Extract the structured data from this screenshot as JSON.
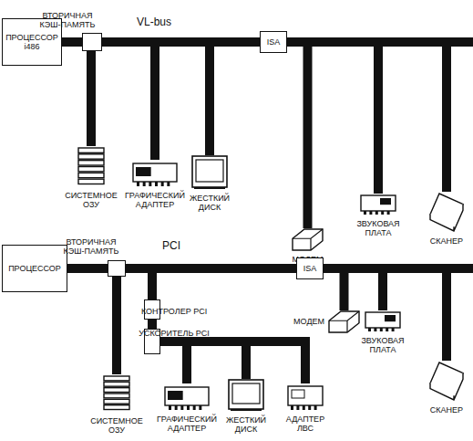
{
  "diagram": {
    "nodes": [
      {
        "text": [
          "ПРОЦЕССОР",
          "i486"
        ]
      },
      {
        "text": [
          "ВТОРИЧНАЯ КЭШ-ПАМЯТЬ"
        ]
      },
      {
        "text": [
          "СИСТЕМНОЕ ОЗУ"
        ]
      },
      {
        "text": [
          "ГРАФИЧЕСКИЙ АДАПТЕР"
        ]
      },
      {
        "text": [
          "ЖЕСТКИЙ ДИСК"
        ]
      },
      {
        "text": [
          "ISA"
        ]
      },
      {
        "text": [
          "МОДЕМ"
        ]
      },
      {
        "text": [
          "ЗВУКОВАЯ ПЛАТА"
        ]
      },
      {
        "text": [
          "СКАНЕР"
        ]
      },
      {
        "text": [
          "ПРОЦЕССОР"
        ]
      },
      {
        "text": [
          "ВТОРИЧНАЯ КЭШ-ПАМЯТЬ"
        ]
      },
      {
        "text": [
          "КОНТРОЛЕР PCI"
        ]
      },
      {
        "text": [
          "УСКОРИТЕЛЬ PCI"
        ]
      },
      {
        "text": [
          "ISA"
        ]
      },
      {
        "text": [
          "МОДЕМ"
        ]
      },
      {
        "text": [
          "ЗВУКОВАЯ ПЛАТА"
        ]
      },
      {
        "text": [
          "СИСТЕМНОЕ ОЗУ"
        ]
      },
      {
        "text": [
          "ГРАФИЧЕСКИЙ АДАПТЕР"
        ]
      },
      {
        "text": [
          "ЖЕСТКИЙ ДИСК"
        ]
      },
      {
        "text": [
          "АДАПТЕР ЛВС"
        ]
      },
      {
        "text": [
          "СКАНЕР"
        ]
      }
    ],
    "edges": [
      {
        "from": 0,
        "to": 1,
        "arrow": "none"
      },
      {
        "from": 1,
        "to": 2,
        "arrow": "none"
      },
      {
        "from": 1,
        "to": 3,
        "arrow": "none"
      },
      {
        "from": 1,
        "to": 4,
        "arrow": "none"
      },
      {
        "from": 1,
        "to": 5,
        "arrow": "none"
      },
      {
        "from": 5,
        "to": 6,
        "arrow": "none"
      },
      {
        "from": 5,
        "to": 7,
        "arrow": "none"
      },
      {
        "from": 5,
        "to": 8,
        "arrow": "none"
      },
      {
        "from": 9,
        "to": 10,
        "arrow": "none"
      },
      {
        "from": 10,
        "to": 16,
        "arrow": "none"
      },
      {
        "from": 10,
        "to": 11,
        "arrow": "none"
      },
      {
        "from": 11,
        "to": 12,
        "arrow": "none"
      },
      {
        "from": 12,
        "to": 17,
        "arrow": "none"
      },
      {
        "from": 12,
        "to": 18,
        "arrow": "none"
      },
      {
        "from": 12,
        "to": 19,
        "arrow": "none"
      },
      {
        "from": 10,
        "to": 13,
        "arrow": "none"
      },
      {
        "from": 13,
        "to": 14,
        "arrow": "none"
      },
      {
        "from": 13,
        "to": 15,
        "arrow": "none"
      },
      {
        "from": 13,
        "to": 20,
        "arrow": "none"
      }
    ],
    "labels": [
      "VL-bus",
      "PCI"
    ]
  }
}
